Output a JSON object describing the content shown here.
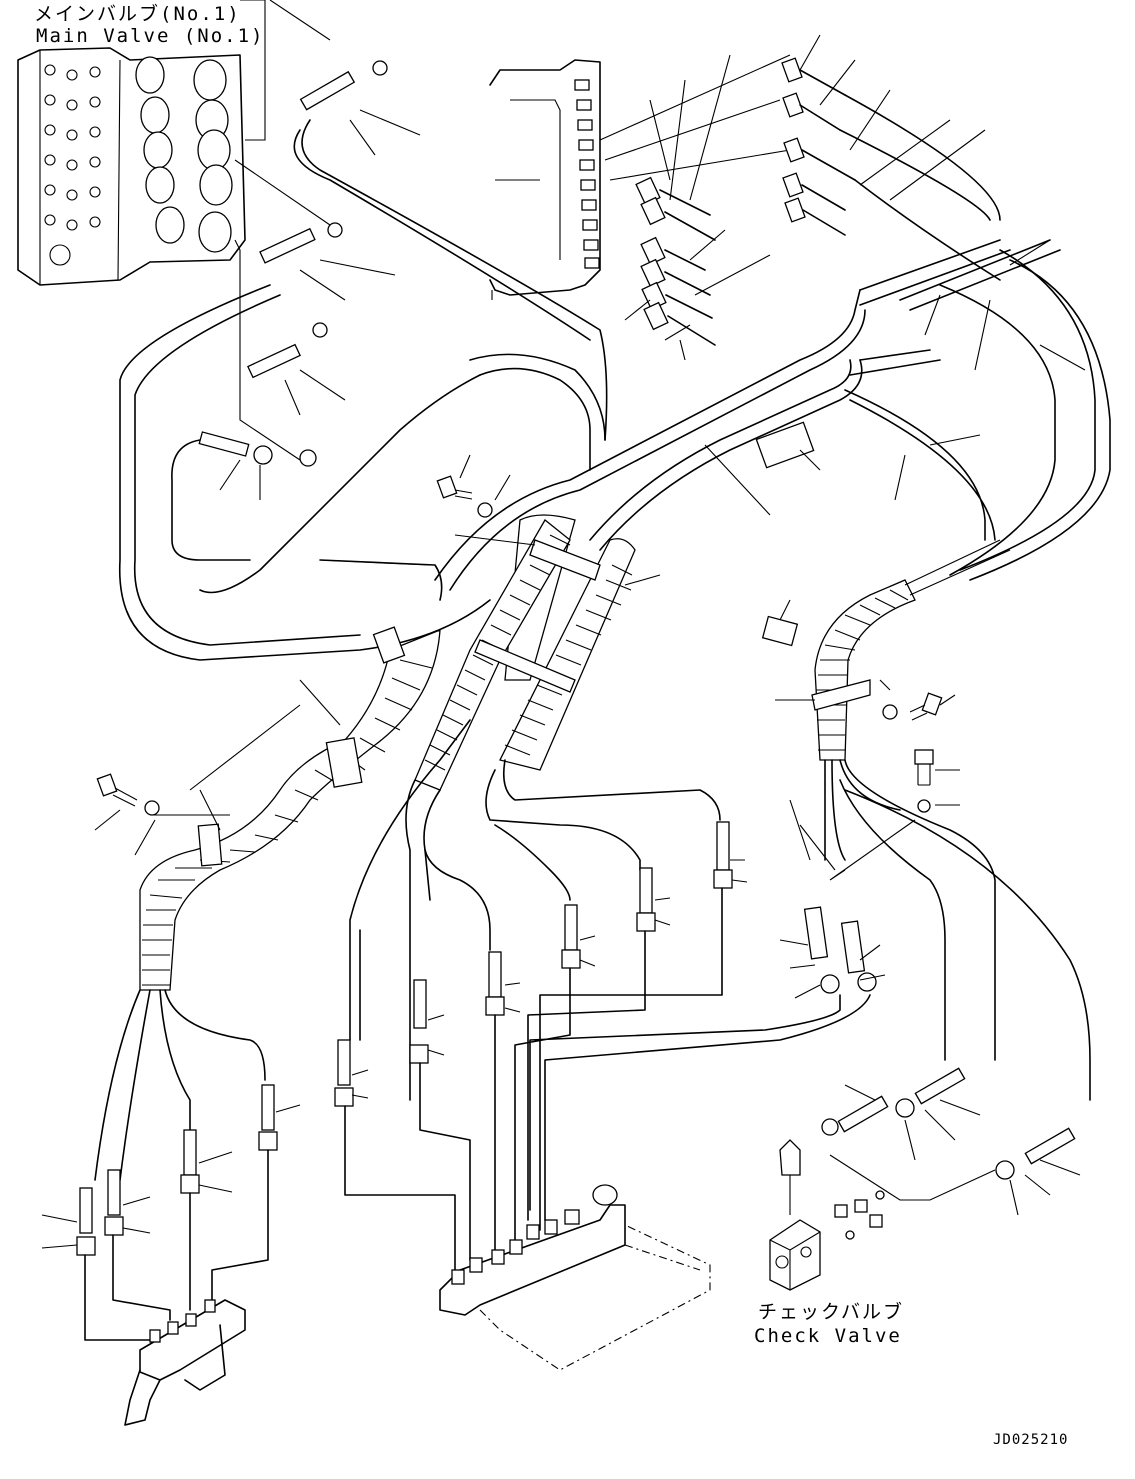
{
  "labels": {
    "main_valve_jp": "メインバルブ(No.1)",
    "main_valve_en": "Main Valve (No.1)",
    "check_valve_jp": "チェックバルブ",
    "check_valve_en": "Check Valve",
    "drawing_code": "JD025210"
  }
}
